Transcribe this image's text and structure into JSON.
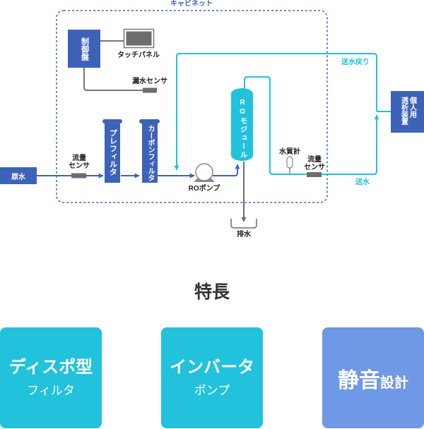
{
  "colors": {
    "flow_blue": "#3d63b8",
    "supply_cyan": "#22c1dc",
    "sensor_gray": "#6d6d6d",
    "card_cyan": "#22c1dc",
    "card_blue": "#6f98e6"
  },
  "diagram": {
    "cabinet_label": "キャビネット",
    "control_panel": "制御盤",
    "touch_panel": "タッチパネル",
    "leak_sensor": "漏水センサ",
    "raw_water": "原水",
    "flow_sensor_inlet": [
      "流量",
      "センサ"
    ],
    "prefilter": "プレフィルタ",
    "carbon_filter": "カーボンフィルタ",
    "ro_pump": "ROポンプ",
    "ro_module": "ROモジュール",
    "drain": "排水",
    "water_quality_meter": "水質計",
    "flow_sensor_outlet": [
      "流量",
      "センサ"
    ],
    "supply": "送水",
    "supply_return": "送水戻り",
    "dialysis_device": [
      "個人用",
      "透析装置"
    ]
  },
  "features": {
    "title": "特長",
    "cards": [
      {
        "line1": "ディスポ型",
        "line2": "フィルタ"
      },
      {
        "line1": "インバータ",
        "line2": "ポンプ"
      },
      {
        "main": "静音",
        "sub": "設計"
      }
    ]
  }
}
